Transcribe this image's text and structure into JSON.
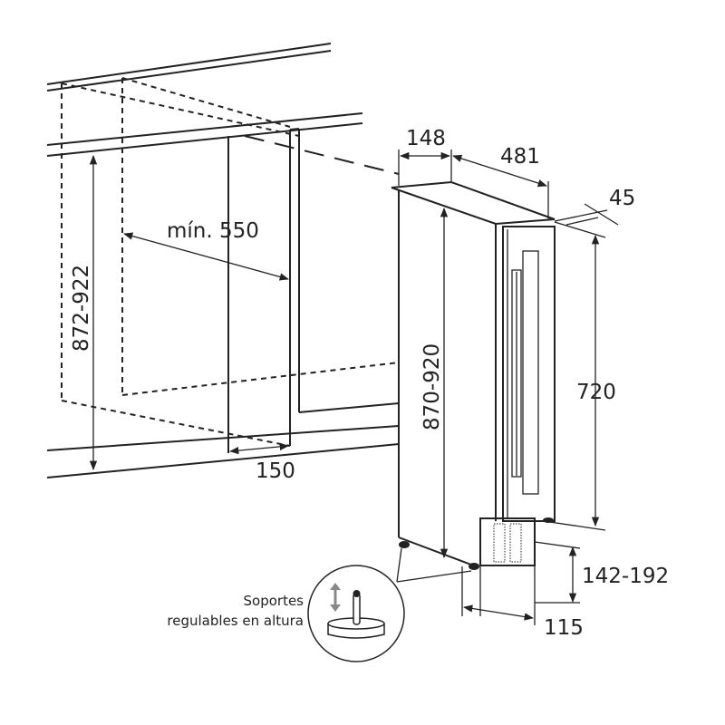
{
  "title": "Dimensiones de instalación",
  "dimensions": {
    "niche_height": "872-922",
    "niche_depth": "mín. 550",
    "plinth_depth": "150",
    "width": "148",
    "depth": "481",
    "door_offset": "45",
    "appliance_height": "870-920",
    "door_height": "720",
    "plinth_height": "142-192",
    "foot_depth": "115"
  },
  "callout": {
    "line1": "Soportes",
    "line2": "regulables en altura"
  }
}
